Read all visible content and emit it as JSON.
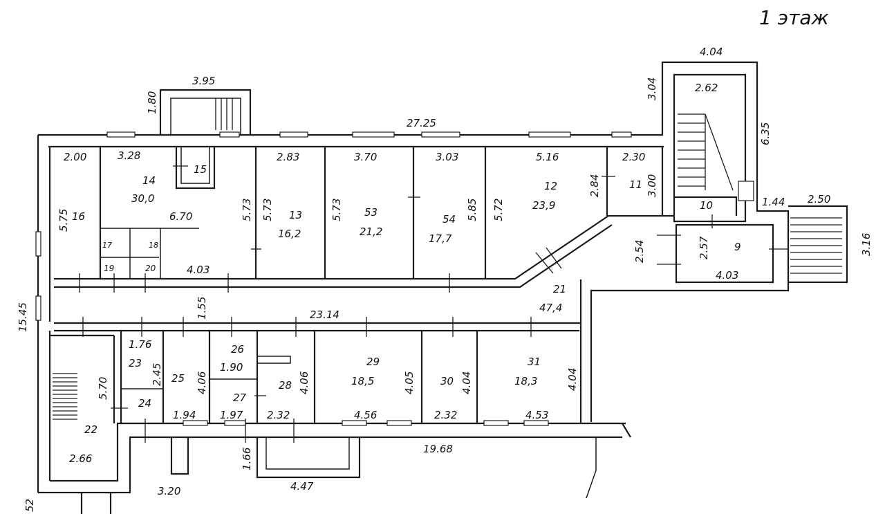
{
  "title": "1 этаж",
  "dimensions": {
    "d_4_04_top": "4.04",
    "d_3_95": "3.95",
    "d_1_80": "1.80",
    "d_27_25": "27.25",
    "d_3_04": "3.04",
    "d_6_35": "6.35",
    "d_2_62": "2.62",
    "d_2_00": "2.00",
    "d_3_28": "3.28",
    "d_2_83": "2.83",
    "d_3_70": "3.70",
    "d_3_03": "3.03",
    "d_5_16": "5.16",
    "d_2_30": "2.30",
    "d_5_75": "5.75",
    "d_5_73_a": "5.73",
    "d_5_73_b": "5.73",
    "d_5_73_c": "5.73",
    "d_5_85": "5.85",
    "d_5_72": "5.72",
    "d_2_84": "2.84",
    "d_3_00": "3.00",
    "d_6_70": "6.70",
    "d_4_03_left": "4.03",
    "d_1_44": "1.44",
    "d_2_50": "2.50",
    "d_3_16": "3.16",
    "d_2_54": "2.54",
    "d_2_57": "2.57",
    "d_4_03_right": "4.03",
    "d_15_45": "15.45",
    "d_1_55": "1.55",
    "d_23_14": "23.14",
    "d_1_76": "1.76",
    "d_2_45": "2.45",
    "d_4_06_a": "4.06",
    "d_1_90": "1.90",
    "d_4_06_b": "4.06",
    "d_4_05": "4.05",
    "d_4_04_a": "4.04",
    "d_4_04_b": "4.04",
    "d_5_70": "5.70",
    "d_1_94": "1.94",
    "d_1_97": "1.97",
    "d_2_32_a": "2.32",
    "d_4_56": "4.56",
    "d_2_32_b": "2.32",
    "d_4_53": "4.53",
    "d_2_66": "2.66",
    "d_19_68": "19.68",
    "d_1_66": "1.66",
    "d_3_20": "3.20",
    "d_4_47": "4.47",
    "d_52": "52"
  },
  "rooms": {
    "r14": "14",
    "r14_area": "30,0",
    "r15": "15",
    "r16": "16",
    "r13": "13",
    "r13_area": "16,2",
    "r53": "53",
    "r53_area": "21,2",
    "r54": "54",
    "r54_area": "17,7",
    "r12": "12",
    "r12_area": "23,9",
    "r11": "11",
    "r10": "10",
    "r9": "9",
    "r17": "17",
    "r18": "18",
    "r19": "19",
    "r20": "20",
    "r21": "21",
    "r21_area": "47,4",
    "r22": "22",
    "r23": "23",
    "r24": "24",
    "r25": "25",
    "r26": "26",
    "r27": "27",
    "r28": "28",
    "r29": "29",
    "r29_area": "18,5",
    "r30": "30",
    "r31": "31",
    "r31_area": "18,3"
  }
}
